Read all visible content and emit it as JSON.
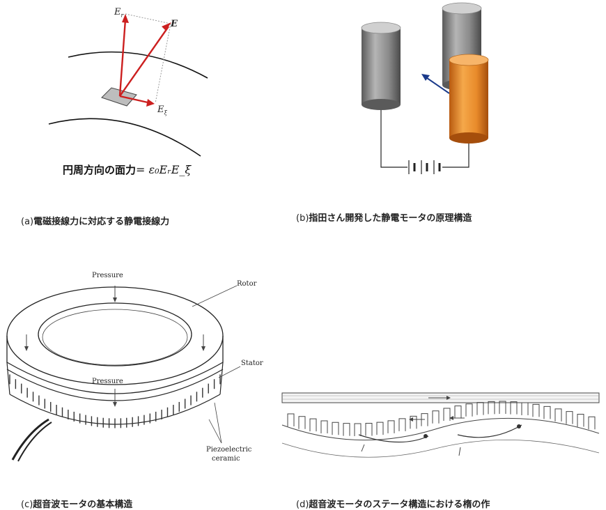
{
  "panels": {
    "a": {
      "caption_tag": "(a)",
      "caption": "電磁接線力に対応する静電接線力",
      "vector_E": "E",
      "vector_Er": "E",
      "vector_Er_sub": "r",
      "vector_Exi": "E",
      "vector_Exi_sub": "ξ",
      "formula_label": "円周方向の面力",
      "formula_math": "= ε₀EᵣE_ξ"
    },
    "b": {
      "caption_tag": "(b)",
      "caption": "指田さん開発した静電モータの原理構造"
    },
    "c": {
      "caption_tag": "(c)",
      "caption": "超音波モータの基本構造",
      "label_pressure_top": "Pressure",
      "label_rotor": "Rotor",
      "label_stator": "Stator",
      "label_pressure_mid": "Pressure",
      "label_piezo_1": "Piezoelectric",
      "label_piezo_2": "ceramic"
    },
    "d": {
      "caption_tag": "(d)",
      "caption": "超音波モータのステータ構造における楕の作"
    }
  },
  "colors": {
    "vector_red": "#cc1f1f",
    "cylinder_gray": "#8a8a8a",
    "cylinder_orange": "#e88a2a",
    "arrow_blue": "#1a3a8a"
  }
}
